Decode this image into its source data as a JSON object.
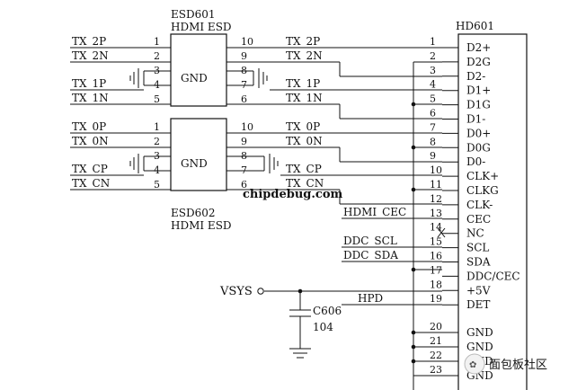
{
  "esd601": {
    "ref": "ESD601",
    "value": "HDMI ESD",
    "body_label": "GND"
  },
  "esd602": {
    "ref": "ESD602",
    "value": "HDMI ESD",
    "body_label": "GND"
  },
  "connector": {
    "ref": "HD601"
  },
  "esd601_left": [
    {
      "pin": "1",
      "net": "TX_2P"
    },
    {
      "pin": "2",
      "net": "TX_2N"
    },
    {
      "pin": "3",
      "net": ""
    },
    {
      "pin": "4",
      "net": "TX_1P"
    },
    {
      "pin": "5",
      "net": "TX_1N"
    }
  ],
  "esd601_right": [
    {
      "pin": "10",
      "net": "TX_2P"
    },
    {
      "pin": "9",
      "net": "TX_2N"
    },
    {
      "pin": "8",
      "net": ""
    },
    {
      "pin": "7",
      "net": "TX_1P"
    },
    {
      "pin": "6",
      "net": "TX_1N"
    }
  ],
  "esd602_left": [
    {
      "pin": "1",
      "net": "TX_0P"
    },
    {
      "pin": "2",
      "net": "TX_0N"
    },
    {
      "pin": "3",
      "net": ""
    },
    {
      "pin": "4",
      "net": "TX_CP"
    },
    {
      "pin": "5",
      "net": "TX_CN"
    }
  ],
  "esd602_right": [
    {
      "pin": "10",
      "net": "TX_0P"
    },
    {
      "pin": "9",
      "net": "TX_0N"
    },
    {
      "pin": "8",
      "net": ""
    },
    {
      "pin": "7",
      "net": "TX_CP"
    },
    {
      "pin": "6",
      "net": "TX_CN"
    }
  ],
  "hd601_pins": [
    {
      "num": "1",
      "name": "D2+"
    },
    {
      "num": "2",
      "name": "D2G"
    },
    {
      "num": "3",
      "name": "D2-"
    },
    {
      "num": "4",
      "name": "D1+"
    },
    {
      "num": "5",
      "name": "D1G"
    },
    {
      "num": "6",
      "name": "D1-"
    },
    {
      "num": "7",
      "name": "D0+"
    },
    {
      "num": "8",
      "name": "D0G"
    },
    {
      "num": "9",
      "name": "D0-"
    },
    {
      "num": "10",
      "name": "CLK+"
    },
    {
      "num": "11",
      "name": "CLKG"
    },
    {
      "num": "12",
      "name": "CLK-"
    },
    {
      "num": "13",
      "name": "CEC"
    },
    {
      "num": "14",
      "name": "NC"
    },
    {
      "num": "15",
      "name": "SCL"
    },
    {
      "num": "16",
      "name": "SDA"
    },
    {
      "num": "17",
      "name": "DDC/CEC"
    },
    {
      "num": "18",
      "name": "+5V"
    },
    {
      "num": "19",
      "name": "DET"
    },
    {
      "num": "20",
      "name": "GND"
    },
    {
      "num": "21",
      "name": "GND"
    },
    {
      "num": "22",
      "name": "GND"
    },
    {
      "num": "23",
      "name": "GND"
    }
  ],
  "nets": {
    "hdmi_cec": "HDMI_CEC",
    "ddc_scl": "DDC_SCL",
    "ddc_sda": "DDC_SDA",
    "vsys": "VSYS",
    "hpd": "HPD"
  },
  "cap": {
    "ref": "C606",
    "value": "104"
  },
  "watermark": {
    "site": "chipdebug.com",
    "community": "面包板社区"
  }
}
